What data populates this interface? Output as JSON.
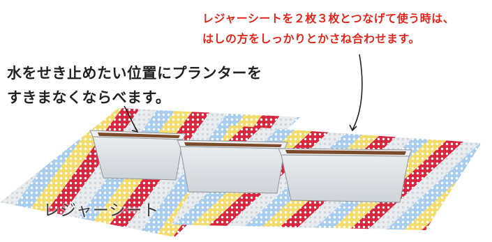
{
  "annotations": {
    "overlap_note": {
      "line1": "レジャーシートを２枚３枚とつなげて使う時は、",
      "line2": "はしの方をしっかりとかさね合わせます。"
    },
    "planter_note": {
      "line1": "水をせき止めたい位置にプランターを",
      "line2": "すきまなくならべます。"
    },
    "sheet_label": "レジャーシート"
  },
  "colors": {
    "annotation_red": "#e3261c",
    "annotation_black": "#222222",
    "stripe_blue": "#a9cdef",
    "stripe_yellow": "#f4dc6c",
    "stripe_red": "#d8263e",
    "stripe_white": "#e9ecef",
    "planter_body": "#dde1e4",
    "soil": "#7a4a2c"
  },
  "illustration": {
    "sheet_count": 2,
    "planter_count": 3,
    "stripe_pattern": [
      "blue",
      "yellow",
      "red",
      "white"
    ]
  }
}
